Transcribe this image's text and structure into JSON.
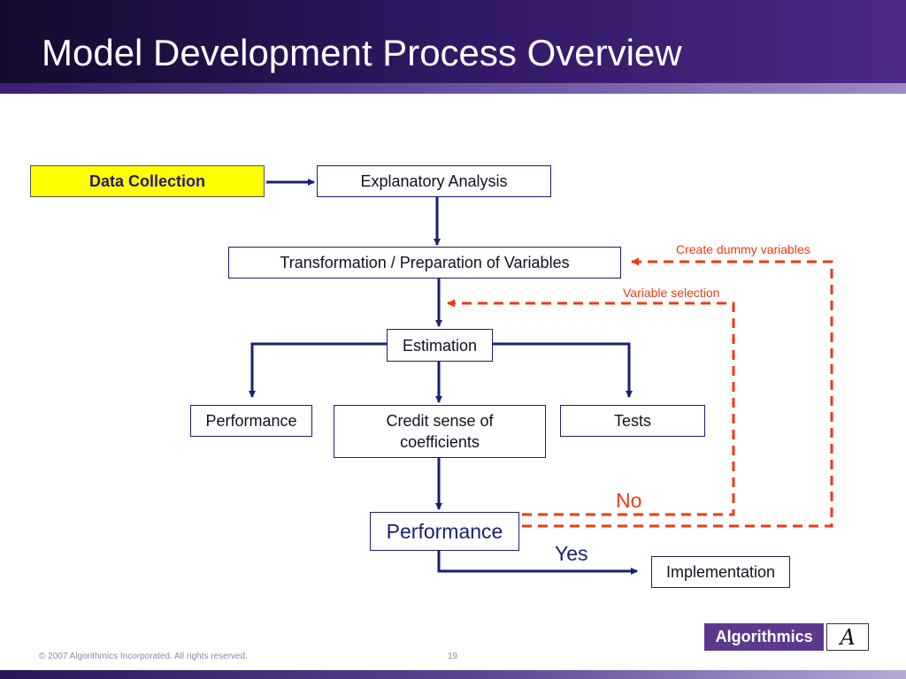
{
  "slide": {
    "title": "Model Development Process Overview",
    "footer_copyright": "© 2007 Algorithmics Incorporated. All rights reserved.",
    "page_number": "19"
  },
  "flow": {
    "data_collection": "Data Collection",
    "explanatory_analysis": "Explanatory Analysis",
    "transformation": "Transformation / Preparation of Variables",
    "estimation": "Estimation",
    "performance_left": "Performance",
    "credit_sense_line1": "Credit sense of",
    "credit_sense_line2": "coefficients",
    "tests": "Tests",
    "performance_check": "Performance",
    "implementation": "Implementation"
  },
  "feedback": {
    "create_dummy": "Create dummy variables",
    "variable_selection": "Variable selection",
    "no": "No",
    "yes": "Yes"
  },
  "logo": {
    "name": "Algorithmics",
    "mark": "A"
  },
  "colors": {
    "header": "#2e1660",
    "box_border": "#1a1f73",
    "arrow": "#1a1f73",
    "feedback": "#ee3a14",
    "highlight": "#ffff00"
  }
}
